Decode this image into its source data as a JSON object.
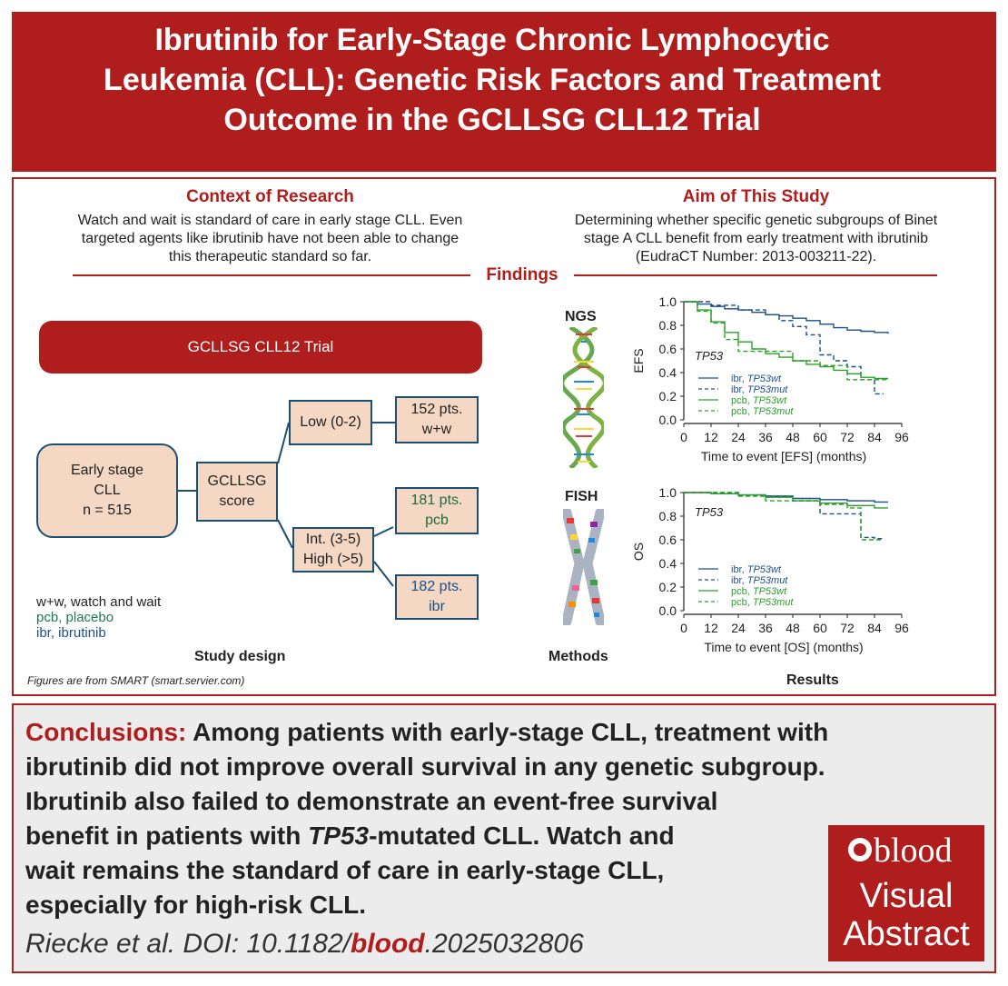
{
  "title": {
    "line1": "Ibrutinib for Early-Stage Chronic Lymphocytic",
    "line2": "Leukemia (CLL): Genetic Risk Factors and Treatment",
    "line3": "Outcome in the GCLLSG CLL12 Trial"
  },
  "context": {
    "heading": "Context of Research",
    "line1": "Watch and wait is standard of care in early stage CLL. Even",
    "line2": "targeted agents like ibrutinib have not been able to change",
    "line3": "this therapeutic standard so far."
  },
  "aim": {
    "heading": "Aim of This Study",
    "line1": "Determining whether specific genetic subgroups of Binet",
    "line2": "stage A CLL benefit from early treatment with ibrutinib",
    "line3": "(EudraCT Number: 2013-003211-22)."
  },
  "findings_label": "Findings",
  "study_design": {
    "trial_label": "GCLLSG CLL12 Trial",
    "early_stage": [
      "Early stage",
      "CLL",
      "n = 515"
    ],
    "score": [
      "GCLLSG",
      "score"
    ],
    "low": "Low (0-2)",
    "int_high": [
      "Int. (3-5)",
      "High (>5)"
    ],
    "ww_box": [
      "152 pts.",
      "w+w"
    ],
    "pcb_box": [
      "181 pts.",
      "pcb"
    ],
    "ibr_box": [
      "182 pts.",
      "ibr"
    ],
    "legend": [
      "w+w, watch and wait",
      "pcb, placebo",
      "ibr, ibrutinib"
    ],
    "caption": "Study design",
    "source_note": "Figures are from SMART (smart.servier.com)"
  },
  "methods": {
    "ngs": "NGS",
    "fish": "FISH",
    "caption": "Methods"
  },
  "results_caption": "Results",
  "colors": {
    "brand_red": "#b01d1d",
    "ibr_blue": "#1d4f8a",
    "pcb_green": "#2ca02c",
    "box_fill": "#f5d8c3",
    "box_border": "#1d4f73"
  },
  "chart_data": [
    {
      "type": "line",
      "title": "",
      "annotation": "TP53",
      "xlabel": "Time to event [EFS] (months)",
      "ylabel": "EFS",
      "xlim": [
        0,
        96
      ],
      "ylim": [
        0,
        1
      ],
      "xticks": [
        0,
        12,
        24,
        36,
        48,
        60,
        72,
        84,
        96
      ],
      "yticks": [
        "0.0",
        "0.2",
        "0.4",
        "0.6",
        "0.8",
        "1.0"
      ],
      "legend_position": "bottom-right",
      "series": [
        {
          "name": "ibr, TP53wt",
          "label_prefix": "ibr, ",
          "label_italic": "TP53wt",
          "color": "#1d4f8a",
          "dash": false,
          "x": [
            0,
            6,
            12,
            18,
            24,
            30,
            36,
            42,
            48,
            54,
            60,
            66,
            72,
            78,
            84,
            90
          ],
          "y": [
            1.0,
            0.98,
            0.96,
            0.94,
            0.93,
            0.91,
            0.89,
            0.88,
            0.86,
            0.84,
            0.81,
            0.78,
            0.76,
            0.75,
            0.74,
            0.73
          ]
        },
        {
          "name": "ibr, TP53mut",
          "label_prefix": "ibr, ",
          "label_italic": "TP53mut",
          "color": "#1d4f8a",
          "dash": true,
          "x": [
            0,
            6,
            12,
            18,
            24,
            30,
            36,
            42,
            48,
            54,
            60,
            66,
            72,
            78,
            84,
            88
          ],
          "y": [
            1.0,
            1.0,
            0.97,
            0.97,
            0.93,
            0.93,
            0.89,
            0.84,
            0.79,
            0.72,
            0.55,
            0.5,
            0.45,
            0.34,
            0.22,
            0.22
          ]
        },
        {
          "name": "pcb, TP53wt",
          "label_prefix": "pcb, ",
          "label_italic": "TP53wt",
          "color": "#2ca02c",
          "dash": false,
          "x": [
            0,
            6,
            12,
            18,
            24,
            30,
            36,
            42,
            48,
            54,
            60,
            66,
            72,
            78,
            84,
            90
          ],
          "y": [
            1.0,
            0.93,
            0.83,
            0.74,
            0.66,
            0.6,
            0.56,
            0.53,
            0.5,
            0.47,
            0.45,
            0.42,
            0.39,
            0.36,
            0.35,
            0.35
          ]
        },
        {
          "name": "pcb, TP53mut",
          "label_prefix": "pcb, ",
          "label_italic": "TP53mut",
          "color": "#2ca02c",
          "dash": true,
          "x": [
            0,
            6,
            12,
            18,
            24,
            30,
            36,
            42,
            48,
            54,
            60,
            66,
            72,
            78,
            84,
            90
          ],
          "y": [
            1.0,
            0.92,
            0.82,
            0.68,
            0.58,
            0.58,
            0.58,
            0.58,
            0.5,
            0.5,
            0.46,
            0.46,
            0.34,
            0.34,
            0.34,
            0.34
          ]
        }
      ]
    },
    {
      "type": "line",
      "title": "",
      "annotation": "TP53",
      "xlabel": "Time to event [OS] (months)",
      "ylabel": "OS",
      "xlim": [
        0,
        96
      ],
      "ylim": [
        0,
        1
      ],
      "xticks": [
        0,
        12,
        24,
        36,
        48,
        60,
        72,
        84,
        96
      ],
      "yticks": [
        "0.0",
        "0.2",
        "0.4",
        "0.6",
        "0.8",
        "1.0"
      ],
      "legend_position": "bottom-right",
      "series": [
        {
          "name": "ibr, TP53wt",
          "label_prefix": "ibr, ",
          "label_italic": "TP53wt",
          "color": "#1d4f8a",
          "dash": false,
          "x": [
            0,
            12,
            24,
            36,
            48,
            60,
            72,
            84,
            90
          ],
          "y": [
            1.0,
            0.99,
            0.98,
            0.97,
            0.95,
            0.94,
            0.93,
            0.92,
            0.92
          ]
        },
        {
          "name": "ibr, TP53mut",
          "label_prefix": "ibr, ",
          "label_italic": "TP53mut",
          "color": "#1d4f8a",
          "dash": true,
          "x": [
            0,
            12,
            24,
            36,
            48,
            56,
            60,
            72,
            78,
            84,
            88
          ],
          "y": [
            1.0,
            1.0,
            0.97,
            0.97,
            0.93,
            0.93,
            0.82,
            0.82,
            0.62,
            0.61,
            0.61
          ]
        },
        {
          "name": "pcb, TP53wt",
          "label_prefix": "pcb, ",
          "label_italic": "TP53wt",
          "color": "#2ca02c",
          "dash": false,
          "x": [
            0,
            12,
            24,
            36,
            48,
            60,
            72,
            84,
            90
          ],
          "y": [
            1.0,
            0.99,
            0.98,
            0.96,
            0.93,
            0.91,
            0.89,
            0.87,
            0.87
          ]
        },
        {
          "name": "pcb, TP53mut",
          "label_prefix": "pcb, ",
          "label_italic": "TP53mut",
          "color": "#2ca02c",
          "dash": true,
          "x": [
            0,
            12,
            24,
            36,
            48,
            60,
            72,
            78,
            84,
            88
          ],
          "y": [
            1.0,
            1.0,
            0.97,
            0.93,
            0.93,
            0.9,
            0.87,
            0.6,
            0.6,
            0.6
          ]
        }
      ]
    }
  ],
  "conclusions": {
    "label": "Conclusions:",
    "line1": " Among patients with early-stage CLL, treatment with",
    "line2": "ibrutinib did not improve overall survival in any genetic subgroup.",
    "line3": "Ibrutinib also failed to demonstrate an event-free survival",
    "line4a": "benefit in patients with ",
    "line4b": "TP53",
    "line4c": "-mutated CLL. Watch and",
    "line5": "wait remains the standard of care in early-stage CLL,",
    "line6": "especially for high-risk CLL."
  },
  "citation": {
    "prefix": "Riecke et al. DOI: 10.1182/",
    "journal": "blood",
    "suffix": ".2025032806"
  },
  "logo": {
    "wordmark": "blood",
    "line1": "Visual",
    "line2": "Abstract"
  }
}
